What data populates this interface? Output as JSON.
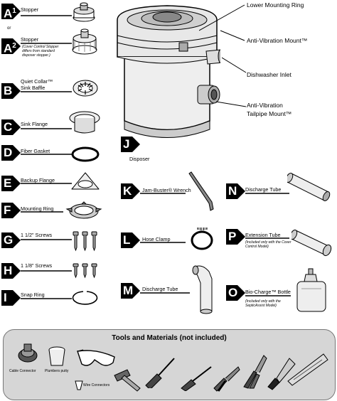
{
  "parts": [
    {
      "letter": "A",
      "sup": "1",
      "label": "Stopper",
      "note": "",
      "connector": "or",
      "icon": "stopper-icon"
    },
    {
      "letter": "A",
      "sup": "2",
      "label": "Stopper",
      "note": "(Cover Control Stopper differs from standard disposer stopper.)",
      "icon": "cover-control-stopper-icon"
    },
    {
      "letter": "B",
      "sup": "",
      "label": "Quiet Collar™ Sink Baffle",
      "icon": "sink-baffle-icon"
    },
    {
      "letter": "C",
      "sup": "",
      "label": "Sink Flange",
      "icon": "sink-flange-icon"
    },
    {
      "letter": "D",
      "sup": "",
      "label": "Fiber Gasket",
      "icon": "fiber-gasket-icon"
    },
    {
      "letter": "E",
      "sup": "",
      "label": "Backup Flange",
      "icon": "backup-flange-icon"
    },
    {
      "letter": "F",
      "sup": "",
      "label": "Mounting Ring",
      "icon": "mounting-ring-icon"
    },
    {
      "letter": "G",
      "sup": "",
      "label": "1 1/2\" Screws",
      "icon": "long-screws-icon"
    },
    {
      "letter": "H",
      "sup": "",
      "label": "1 1/8\" Screws",
      "icon": "short-screws-icon"
    },
    {
      "letter": "I",
      "sup": "",
      "label": "Snap Ring",
      "icon": "snap-ring-icon"
    },
    {
      "letter": "J",
      "sup": "",
      "label": "Disposer",
      "icon": "disposer-icon"
    },
    {
      "letter": "K",
      "sup": "",
      "label": "Jam-Buster® Wrench",
      "icon": "wrench-icon"
    },
    {
      "letter": "L",
      "sup": "",
      "label": "Hose Clamp",
      "icon": "hose-clamp-icon"
    },
    {
      "letter": "M",
      "sup": "",
      "label": "Discharge Tube",
      "icon": "elbow-tube-icon"
    },
    {
      "letter": "N",
      "sup": "",
      "label": "Discharge Tube",
      "icon": "straight-tube-icon"
    },
    {
      "letter": "P",
      "sup": "",
      "label": "Extension Tube",
      "note": "(Included only with the Cover Control Model)",
      "icon": "extension-tube-icon"
    },
    {
      "letter": "O",
      "sup": "",
      "label": "Bio-Charge™ Bottle",
      "note": "(Included only with the SepticAssist Model)",
      "icon": "bio-charge-bottle-icon"
    }
  ],
  "callouts": {
    "lower_mounting_ring": "Lower Mounting Ring",
    "anti_vibration_mount": "Anti-Vibration Mount™",
    "dishwasher_inlet": "Dishwasher Inlet",
    "tailpipe_mount_1": "Anti-Vibration",
    "tailpipe_mount_2": "Tailpipe Mount™"
  },
  "tools": {
    "title": "Tools and Materials (not included)",
    "items": [
      {
        "label": "Cable Connector",
        "icon": "cable-connector-icon"
      },
      {
        "label": "Plumbers putty",
        "icon": "plumbers-putty-icon"
      },
      {
        "label": "Wire Connectors",
        "icon": "wire-connectors-icon"
      },
      {
        "label": "",
        "icon": "safety-glasses-icon"
      },
      {
        "label": "",
        "icon": "hammer-icon"
      },
      {
        "label": "",
        "icon": "screwdriver-icon"
      },
      {
        "label": "",
        "icon": "phillips-screwdriver-icon"
      },
      {
        "label": "",
        "icon": "pliers-icon"
      },
      {
        "label": "",
        "icon": "channel-lock-pliers-icon"
      },
      {
        "label": "",
        "icon": "putty-knife-icon"
      },
      {
        "label": "",
        "icon": "hacksaw-icon"
      }
    ]
  }
}
